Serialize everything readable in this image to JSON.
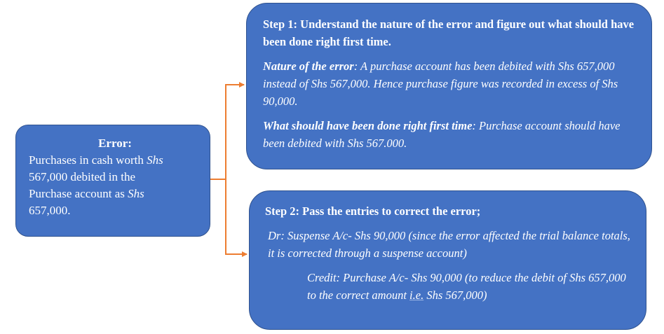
{
  "error_box": {
    "title": "Error:",
    "line1_pre": "Purchases in cash worth ",
    "line1_italic": "Shs",
    "line2": "567,000 debited in the",
    "line3_pre": "Purchase account as ",
    "line3_italic": "Shs",
    "line4": "657,000."
  },
  "step1": {
    "heading": "Step 1: Understand the nature of the error and figure out what should have been done right first time.",
    "nature_label": "Nature of the error",
    "nature_text": ": A purchase account has been debited with Shs 657,000 instead of Shs 567,000. Hence purchase figure was recorded in excess of Shs 90,000.",
    "should_label": "What should have been done right first time",
    "should_text": ": Purchase account should have been debited with Shs 567.000."
  },
  "step2": {
    "heading": "Step 2: Pass the entries to correct the error;",
    "debit_text": "Dr: Suspense A/c- Shs 90,000 (since the error affected the trial balance totals, it is corrected through a suspense account)",
    "credit_pre": "Credit: Purchase A/c- Shs 90,000 (to reduce the debit of Shs 657,000 to the correct amount ",
    "credit_ie": "i.e.",
    "credit_post": " Shs 567,000)"
  },
  "colors": {
    "box_fill": "#4472c4",
    "box_border": "#2f528f",
    "connector": "#ed7d31"
  }
}
